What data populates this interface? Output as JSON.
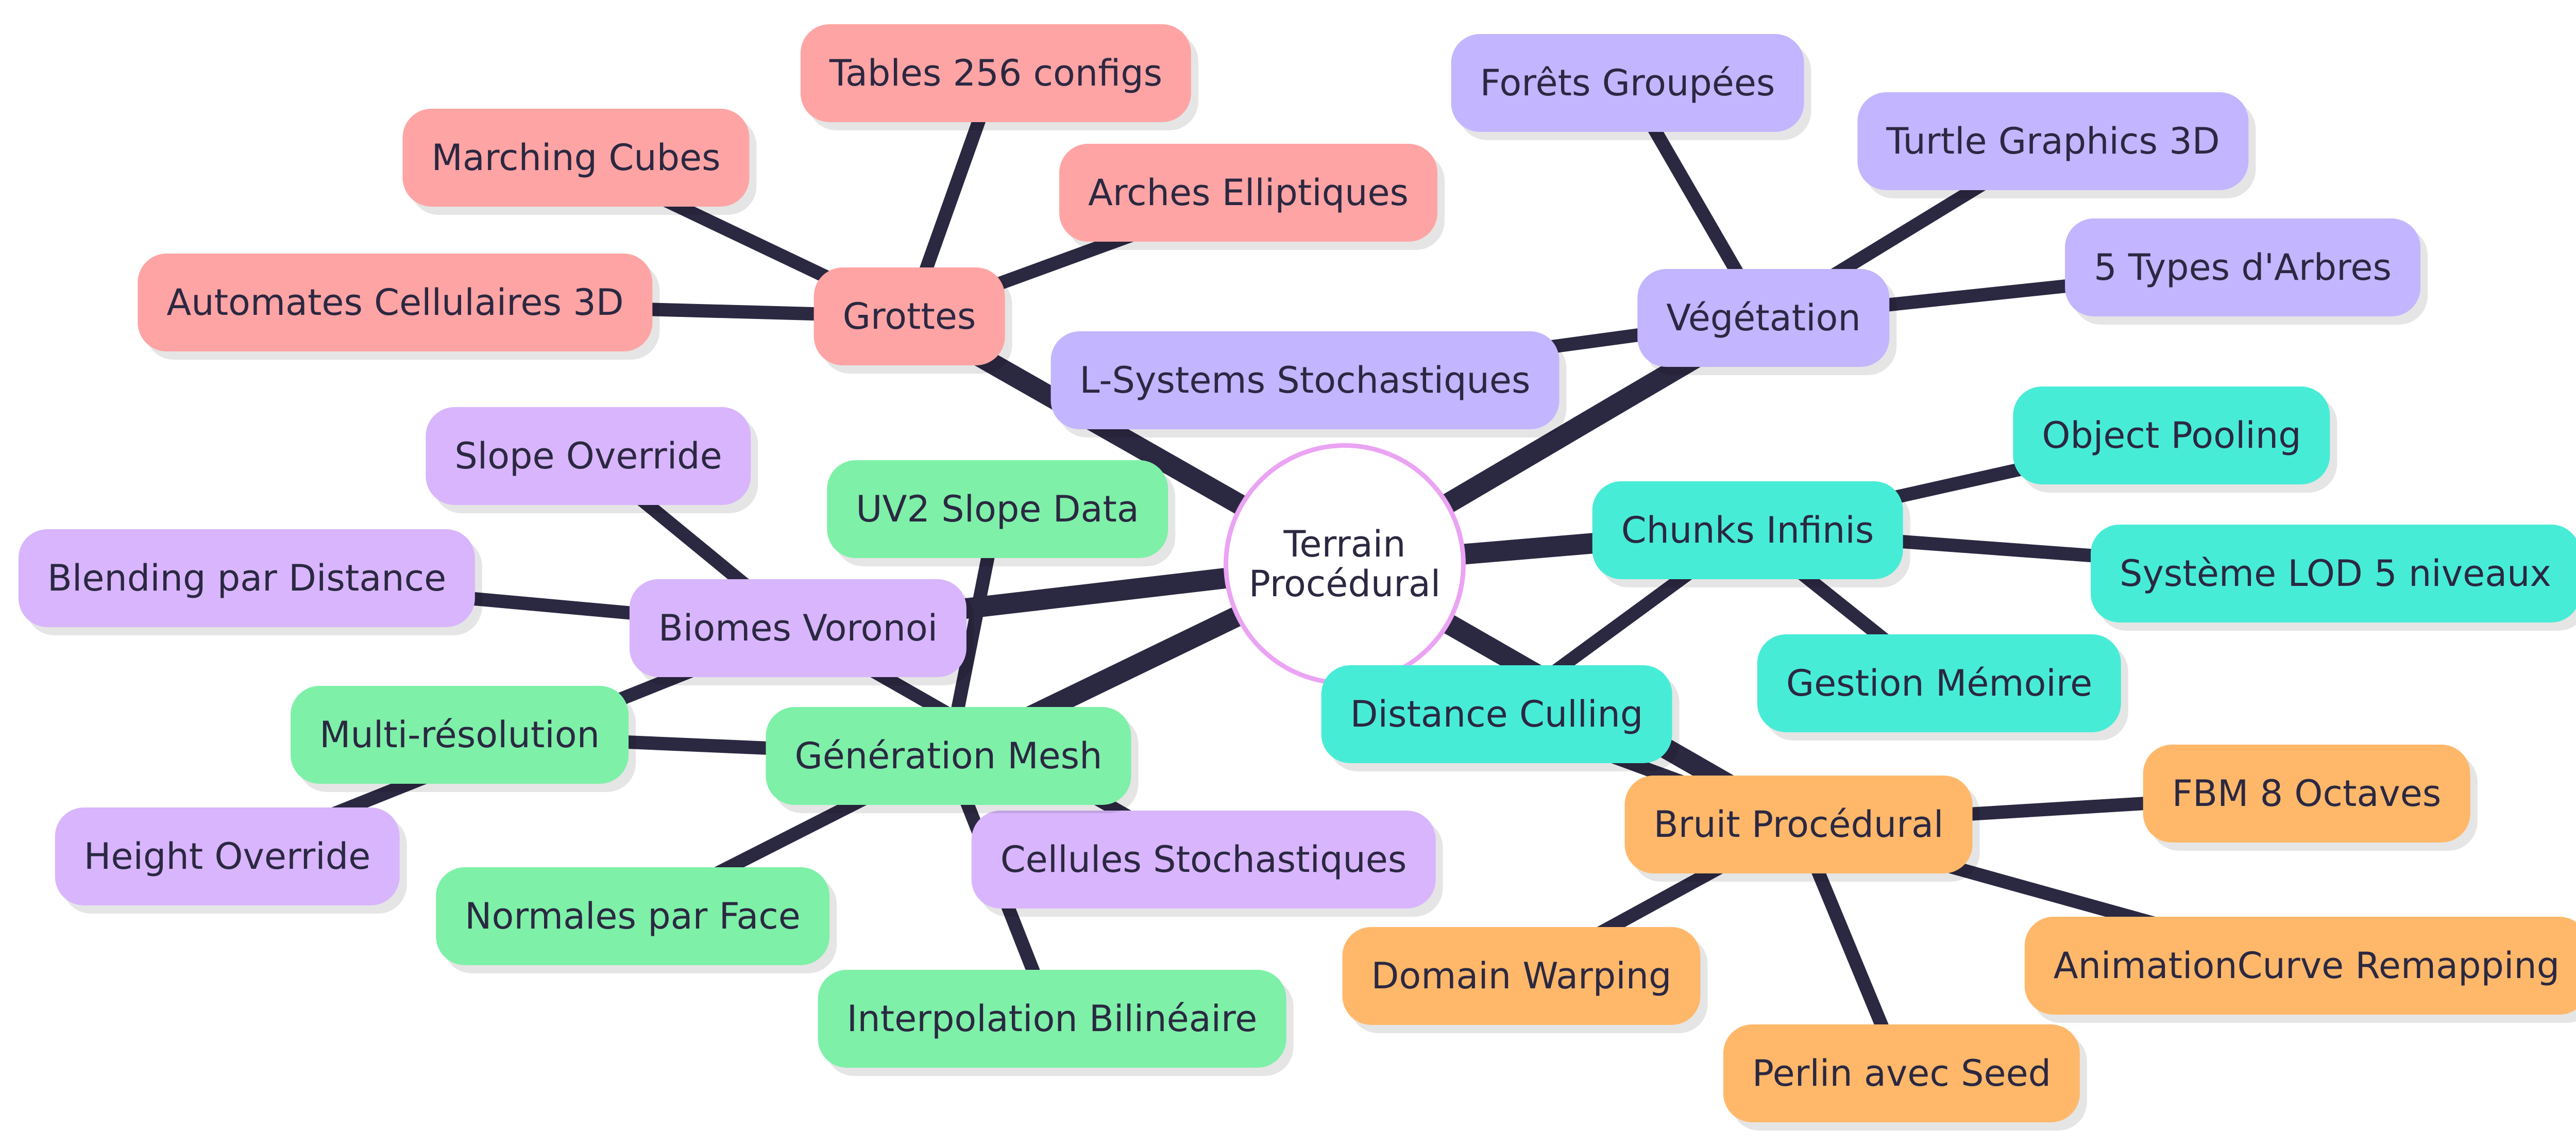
{
  "center": {
    "line1": "Terrain",
    "line2": "Procédural"
  },
  "edge_color": "#2b2841",
  "nodes": {
    "grottes": "Grottes",
    "marching_cubes": "Marching Cubes",
    "tables_256": "Tables 256 configs",
    "arches": "Arches Elliptiques",
    "automates": "Automates Cellulaires 3D",
    "vegetation": "Végétation",
    "forets": "Forêts Groupées",
    "turtle": "Turtle Graphics 3D",
    "types_arbres": "5 Types d'Arbres",
    "l_systems": "L-Systems Stochastiques",
    "chunks": "Chunks Infinis",
    "object_pooling": "Object Pooling",
    "lod": "Système LOD 5 niveaux",
    "memoire": "Gestion Mémoire",
    "culling": "Distance Culling",
    "bruit": "Bruit Procédural",
    "fbm": "FBM 8 Octaves",
    "animcurve": "AnimationCurve Remapping",
    "domain_warping": "Domain Warping",
    "perlin": "Perlin avec Seed",
    "biomes": "Biomes Voronoi",
    "slope_override": "Slope Override",
    "blending": "Blending par Distance",
    "height_override": "Height Override",
    "cellules": "Cellules Stochastiques",
    "mesh": "Génération Mesh",
    "uv2": "UV2 Slope Data",
    "multires": "Multi-résolution",
    "normales": "Normales par Face",
    "interpolation": "Interpolation Bilinéaire"
  }
}
